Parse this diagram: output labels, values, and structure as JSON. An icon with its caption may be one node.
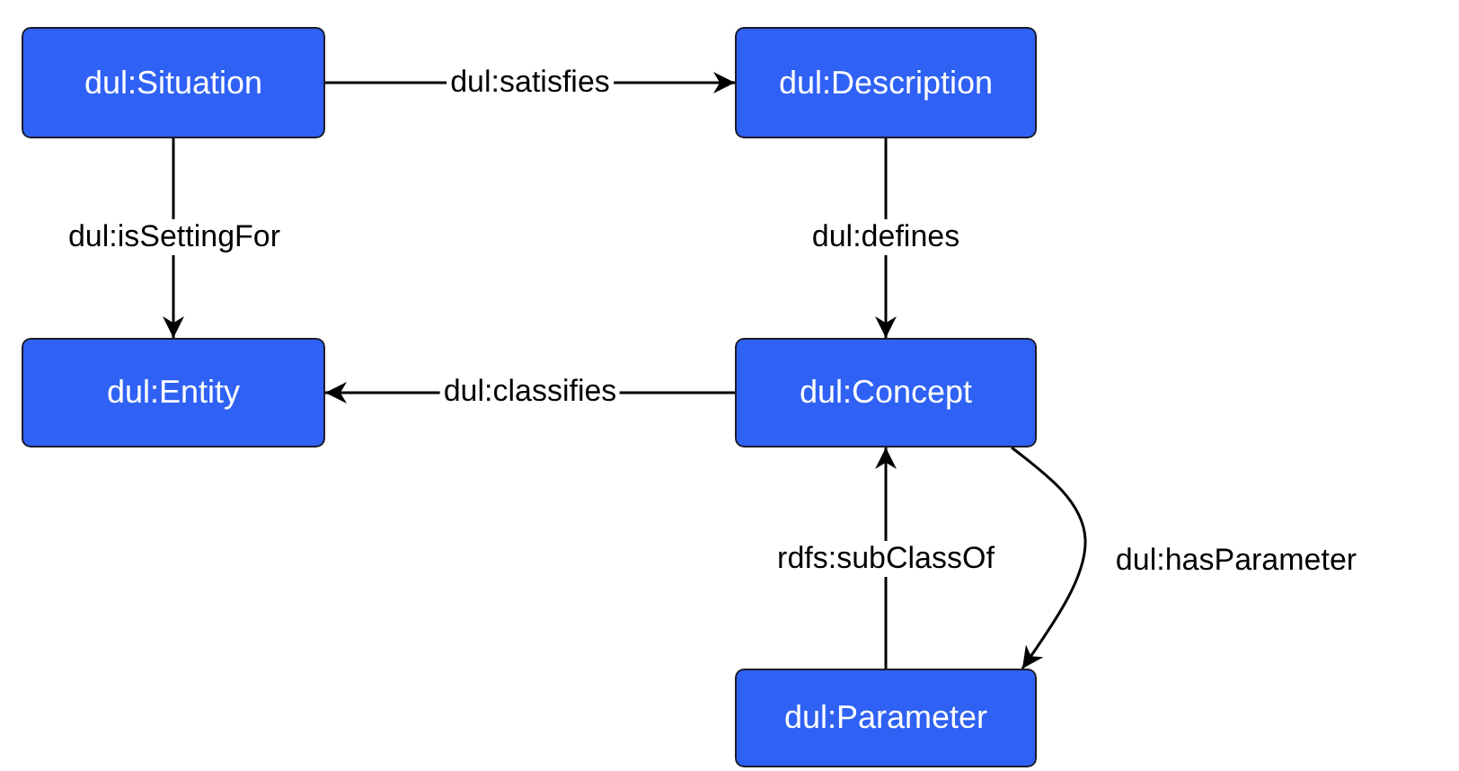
{
  "diagram": {
    "nodes": [
      {
        "text": [
          "dul:Situation"
        ]
      },
      {
        "text": [
          "dul:Description"
        ]
      },
      {
        "text": [
          "dul:Entity"
        ]
      },
      {
        "text": [
          "dul:Concept"
        ]
      },
      {
        "text": [
          "dul:Parameter"
        ]
      }
    ],
    "edges": [
      {
        "from": 0,
        "to": 1,
        "label": "dul:satisfies",
        "arrow": "to"
      },
      {
        "from": 0,
        "to": 2,
        "label": "dul:isSettingFor",
        "arrow": "to"
      },
      {
        "from": 1,
        "to": 3,
        "label": "dul:defines",
        "arrow": "to"
      },
      {
        "from": 3,
        "to": 2,
        "label": "dul:classifies",
        "arrow": "to"
      },
      {
        "from": 4,
        "to": 3,
        "label": "rdfs:subClassOf",
        "arrow": "to"
      },
      {
        "from": 3,
        "to": 4,
        "label": "dul:hasParameter",
        "arrow": "to"
      }
    ]
  }
}
